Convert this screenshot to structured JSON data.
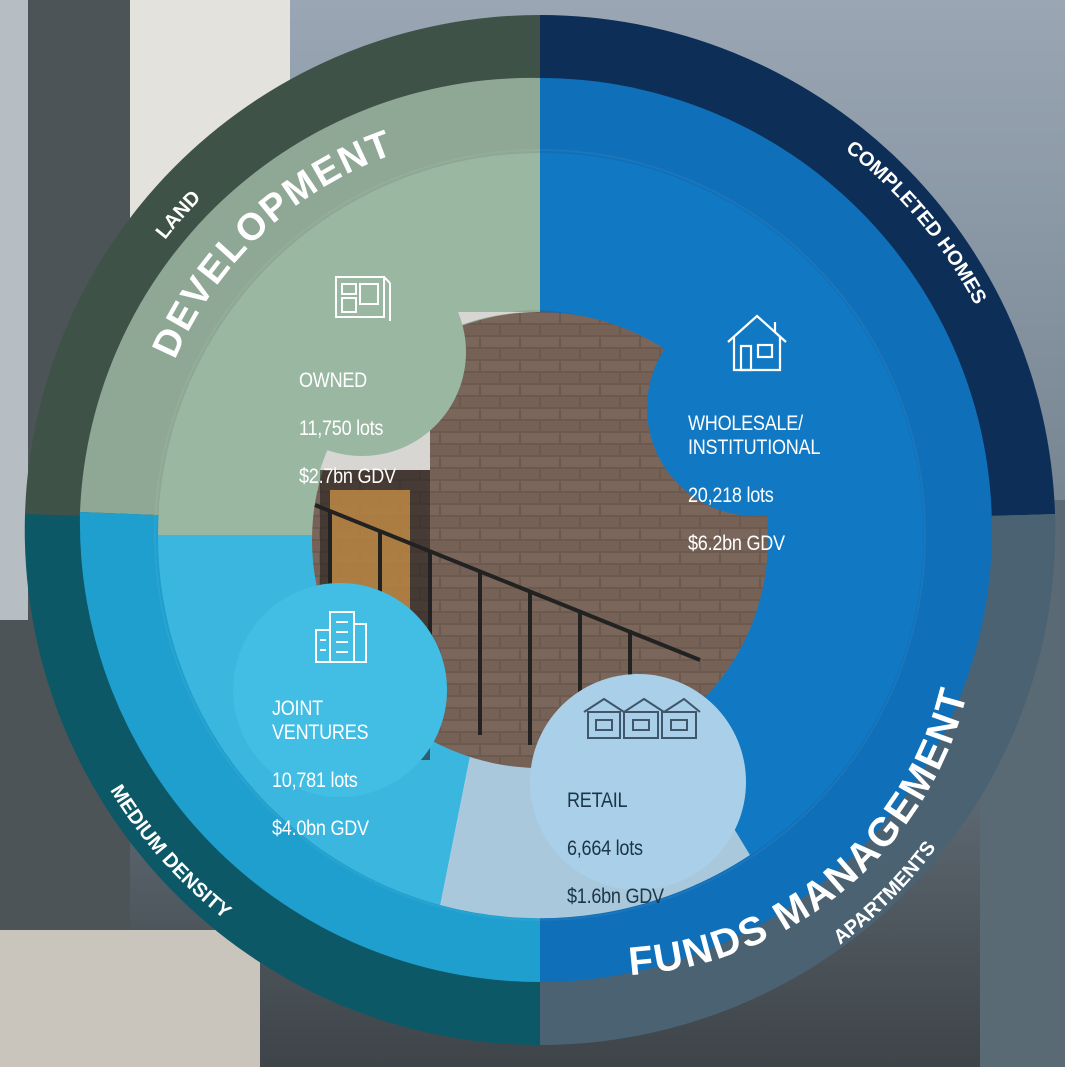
{
  "inner_labels": {
    "development": "DEVELOPMENT",
    "funds_management": "FUNDS MANAGEMENT"
  },
  "outer_labels": {
    "land": "LAND",
    "completed_homes": "COMPLETED HOMES",
    "apartments": "APARTMENTS",
    "medium_density": "MEDIUM DENSITY"
  },
  "bubbles": {
    "owned": {
      "title": "OWNED",
      "lots": "11,750 lots",
      "gdv": "$2.7bn GDV",
      "icon": "blueprint-icon"
    },
    "wholesale": {
      "title": "WHOLESALE/\nINSTITUTIONAL",
      "lots": "20,218 lots",
      "gdv": "$6.2bn GDV",
      "icon": "house-icon"
    },
    "joint_ventures": {
      "title": "JOINT\nVENTURES",
      "lots": "10,781 lots",
      "gdv": "$4.0bn GDV",
      "icon": "apartment-building-icon"
    },
    "retail": {
      "title": "RETAIL",
      "lots": "6,664 lots",
      "gdv": "$1.6bn GDV",
      "icon": "townhouses-icon"
    }
  },
  "colors": {
    "land": "#3f5248",
    "completed_homes": "#0c2e57",
    "apartments": "#4b6272",
    "medium_density": "#0d5866",
    "development": "#8fa895",
    "funds_management": "#0f6fb8",
    "owned": "#9ab7a2",
    "wholesale": "#1179c4",
    "joint_ventures": "#42bde3",
    "retail": "#a9d0e8"
  }
}
